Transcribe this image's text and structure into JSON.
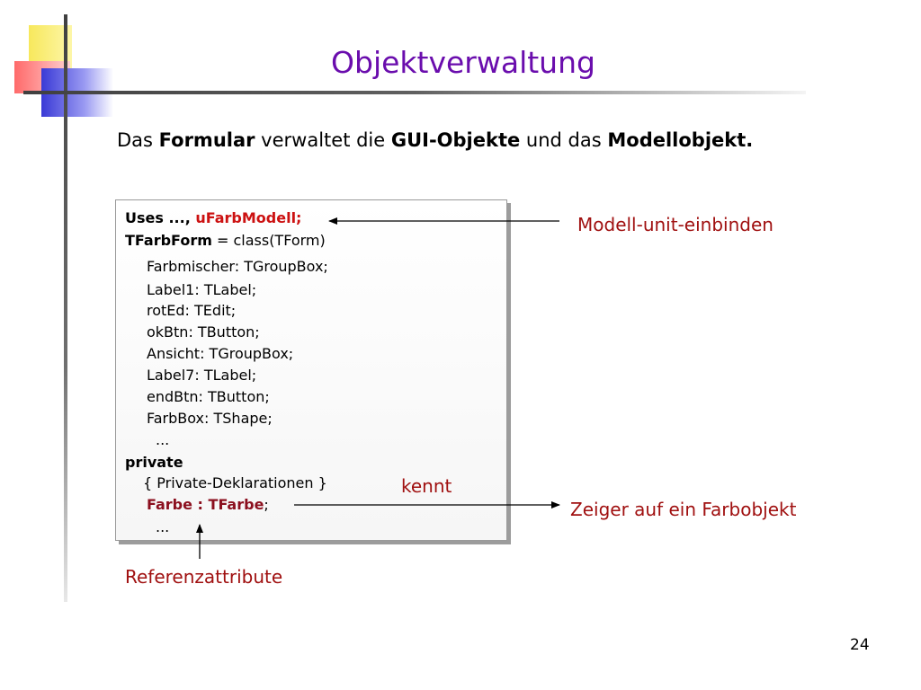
{
  "slide": {
    "title": "Objektverwaltung",
    "subtitle": {
      "p1": "Das ",
      "b1": "Formular",
      "p2": " verwaltet die ",
      "b2": "GUI-Objekte",
      "p3": " und das ",
      "b3": "Modellobjekt."
    },
    "page_number": "24"
  },
  "code": {
    "uses_kw": "Uses",
    "uses_rest": " ..., ",
    "uses_unit": "uFarbModell;",
    "class_kw": "TFarbForm",
    "class_rest": " = class(TForm)",
    "fields": [
      "Farbmischer: TGroupBox;",
      "Label1: TLabel;",
      "rotEd: TEdit;",
      "okBtn: TButton;",
      "Ansicht: TGroupBox;",
      "Label7: TLabel;",
      "endBtn: TButton;",
      "FarbBox: TShape;"
    ],
    "ellipsis1": "...",
    "private_kw": "private",
    "private_comment": "{ Private-Deklarationen }",
    "farbe_decl": "Farbe : TFarbe",
    "farbe_semicolon": ";",
    "ellipsis2": "..."
  },
  "annotations": {
    "modell_unit": "Modell-unit-einbinden",
    "kennt": "kennt",
    "zeiger": "Zeiger auf ein Farbobjekt",
    "referenz": "Referenzattribute"
  },
  "colors": {
    "title": "#6a0dad",
    "annotation": "#a01010",
    "code_highlight": "#cc1111",
    "code_farbe": "#8b0f1e"
  }
}
